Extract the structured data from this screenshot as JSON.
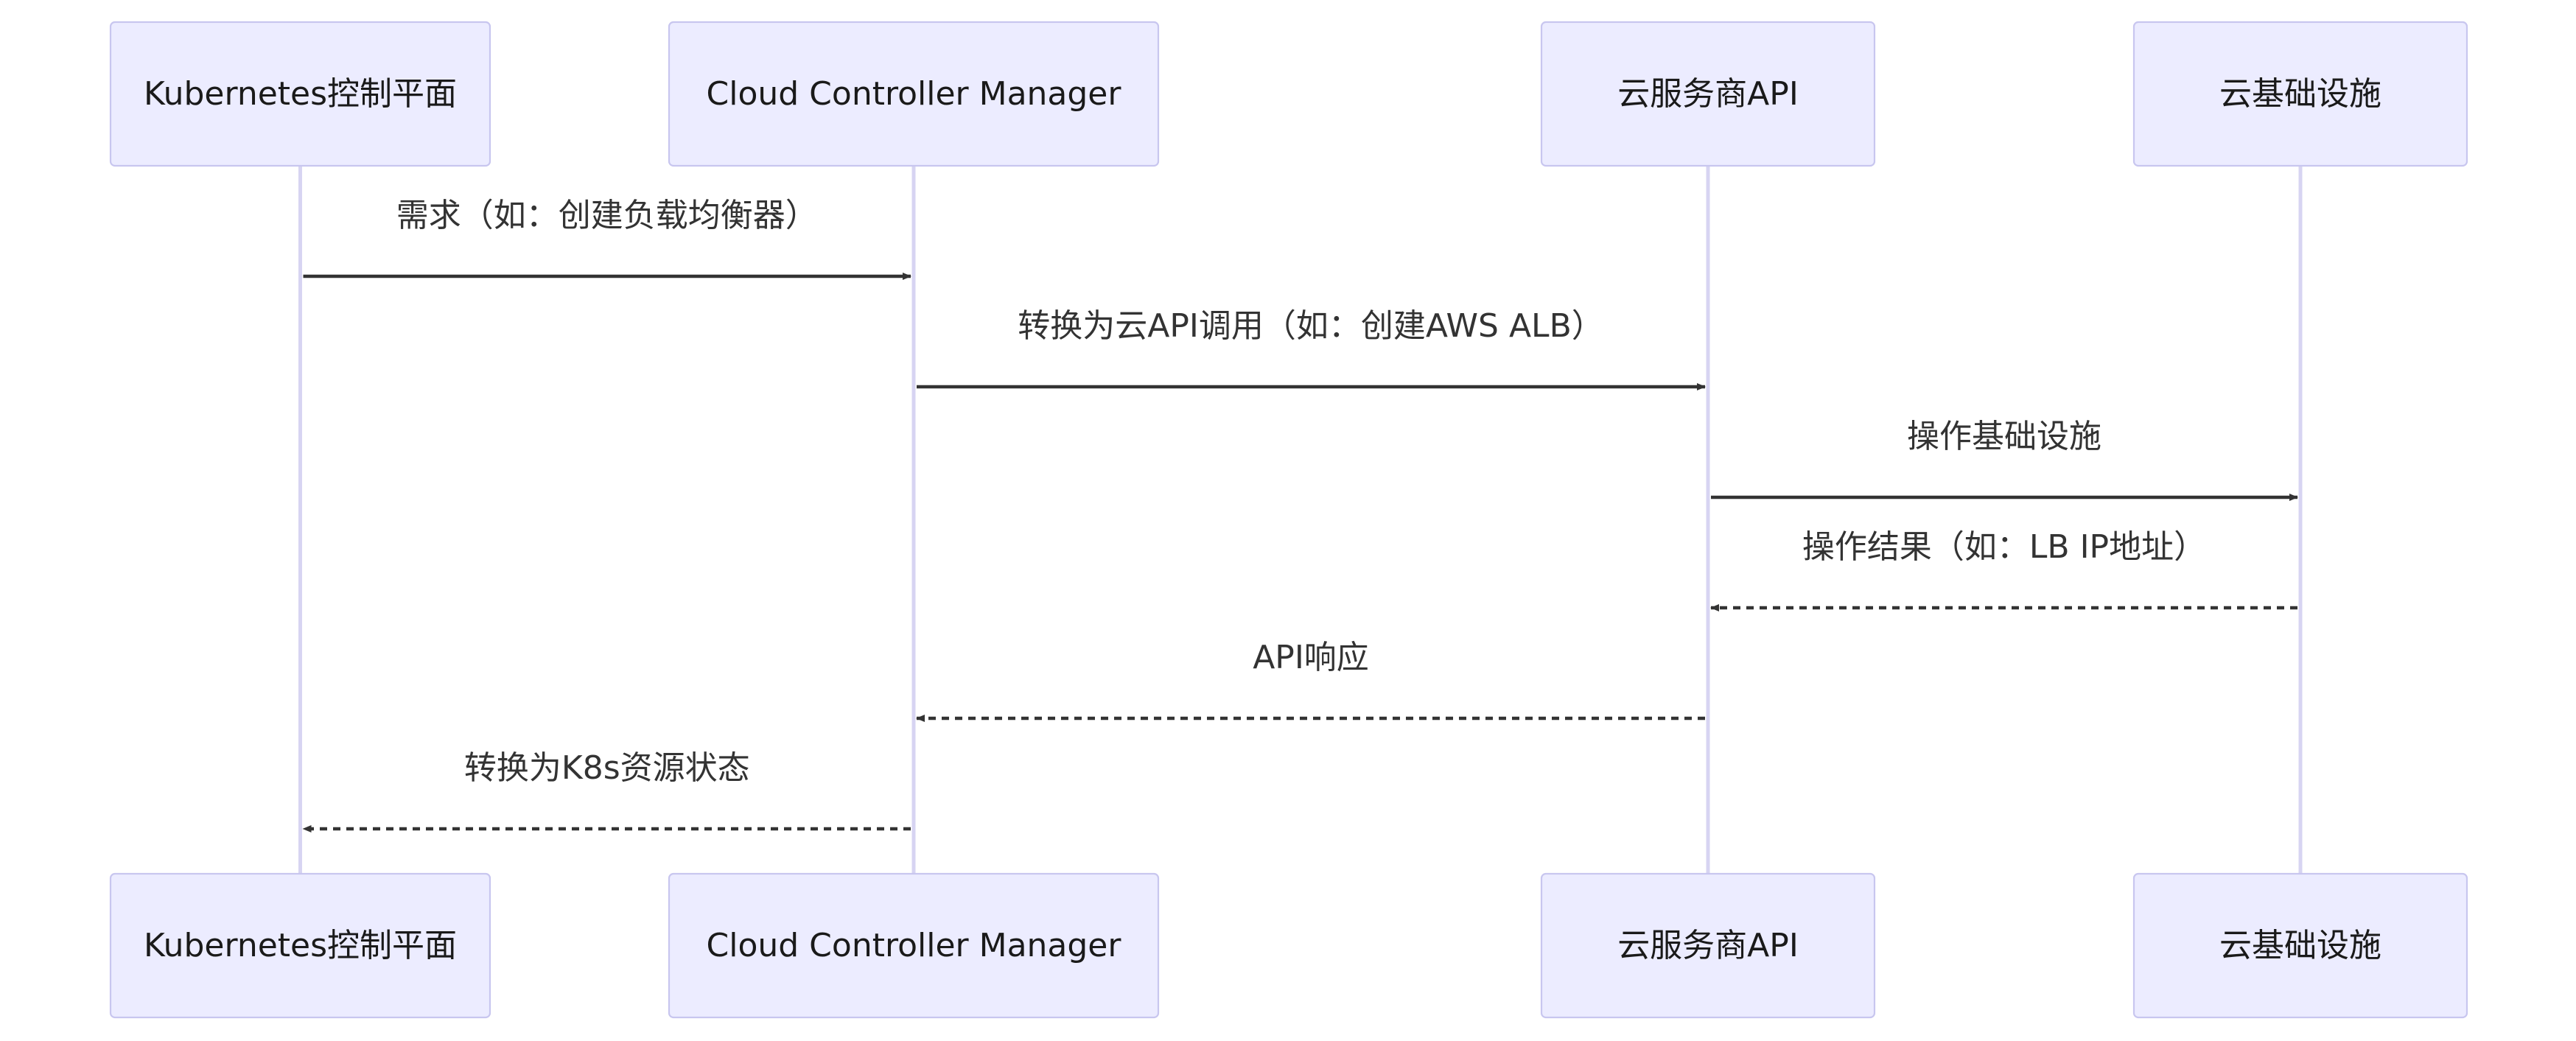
{
  "participants": [
    {
      "id": "k8s",
      "label": "Kubernetes控制平面"
    },
    {
      "id": "ccm",
      "label": "Cloud Controller Manager"
    },
    {
      "id": "api",
      "label": "云服务商API"
    },
    {
      "id": "infra",
      "label": "云基础设施"
    }
  ],
  "messages": [
    {
      "from": "k8s",
      "to": "ccm",
      "label": "需求（如：创建负载均衡器）",
      "style": "solid"
    },
    {
      "from": "ccm",
      "to": "api",
      "label": "转换为云API调用（如：创建AWS ALB）",
      "style": "solid"
    },
    {
      "from": "api",
      "to": "infra",
      "label": "操作基础设施",
      "style": "solid"
    },
    {
      "from": "infra",
      "to": "api",
      "label": "操作结果（如：LB IP地址）",
      "style": "dashed"
    },
    {
      "from": "api",
      "to": "ccm",
      "label": "API响应",
      "style": "dashed"
    },
    {
      "from": "ccm",
      "to": "k8s",
      "label": "转换为K8s资源状态",
      "style": "dashed"
    }
  ],
  "colors": {
    "actor_fill": "#ececff",
    "actor_border": "#c8c6ef",
    "lifeline": "#d7d4f2",
    "arrow": "#333333"
  }
}
